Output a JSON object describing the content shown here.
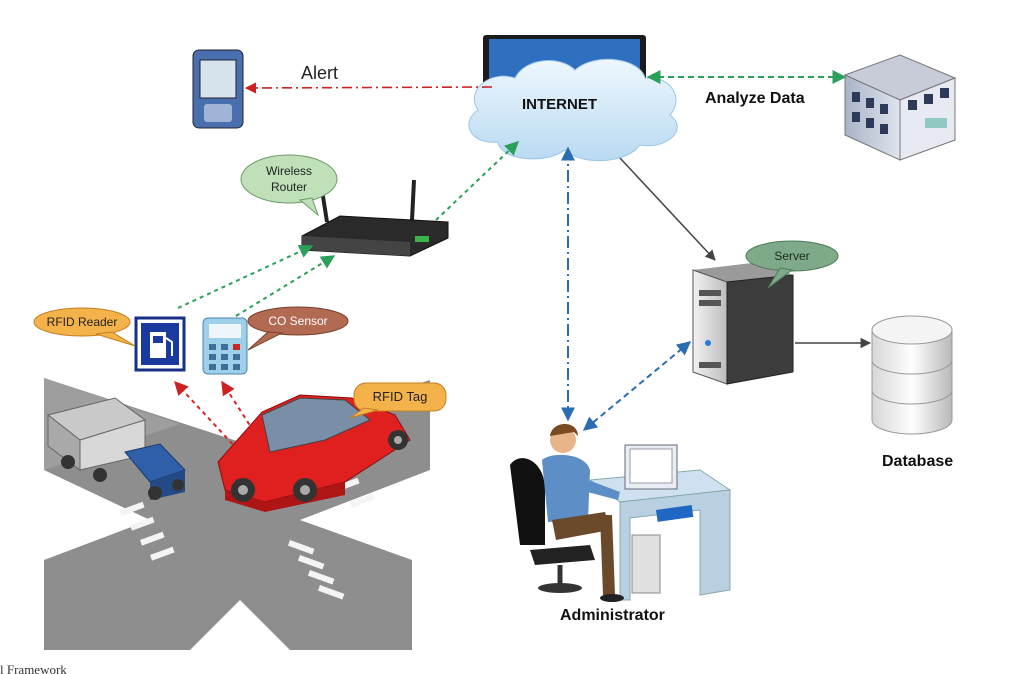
{
  "labels": {
    "alert": "Alert",
    "internet": "INTERNET",
    "analyze_data": "Analyze Data",
    "wireless_router": "Wireless\nRouter",
    "server": "Server",
    "rfid_reader": "RFID Reader",
    "co_sensor": "CO Sensor",
    "rfid_tag": "RFID Tag",
    "database": "Database",
    "administrator": "Administrator"
  },
  "caption": "l Framework",
  "colors": {
    "alert_arrow": "#cc2222",
    "analyze_arrow": "#2aa05a",
    "wireless_arrow": "#2aa05a",
    "admin_arrow": "#2a6db0",
    "server_arrow": "#444444",
    "rfid_arrow": "#dd2222",
    "cloud": "#cfe6f7",
    "callout_green": "#bfe0b8",
    "callout_orange": "#f4b24a",
    "callout_brown": "#b26a52",
    "car": "#e01f1f",
    "road": "#9a9a9a"
  },
  "icons": {
    "pda": "pda-icon",
    "monitor": "monitor-icon",
    "building": "building-icon",
    "router": "router-icon",
    "server": "server-icon",
    "database": "database-icon",
    "rfid_reader": "fuel-pump-icon",
    "co_sensor": "calculator-sensor-icon",
    "car": "car-icon",
    "truck": "truck-icon",
    "administrator": "person-at-desk-icon"
  }
}
